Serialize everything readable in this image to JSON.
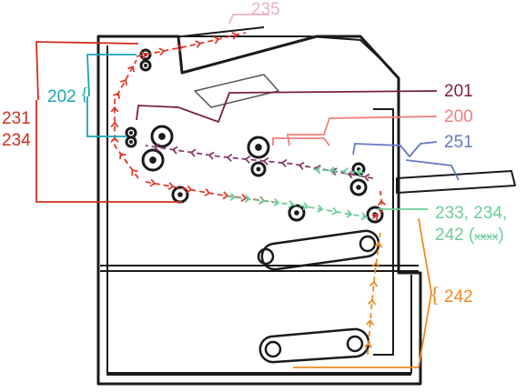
{
  "labels": {
    "l235": "235",
    "l201": "201",
    "l200": "200",
    "l251": "251",
    "l202": "202",
    "l231": "231",
    "l234": "234",
    "l233_line1": "233, 234,",
    "l242_prefix": "242 (",
    "l242_strike": "xxxx",
    "l242_suffix": ")",
    "l242_tray": "242"
  },
  "colors": {
    "outline": "#1a1a1a",
    "c235": "#e8b4bf",
    "c201": "#7a1f3d",
    "c200": "#f07f7f",
    "c251": "#6678c4",
    "c202": "#1aa7b0",
    "c231": "#d22e1e",
    "c233": "#6fcc9c",
    "c242": "#ef8a22",
    "path_red": "#e23a2c",
    "path_purple": "#8a3d6a"
  }
}
